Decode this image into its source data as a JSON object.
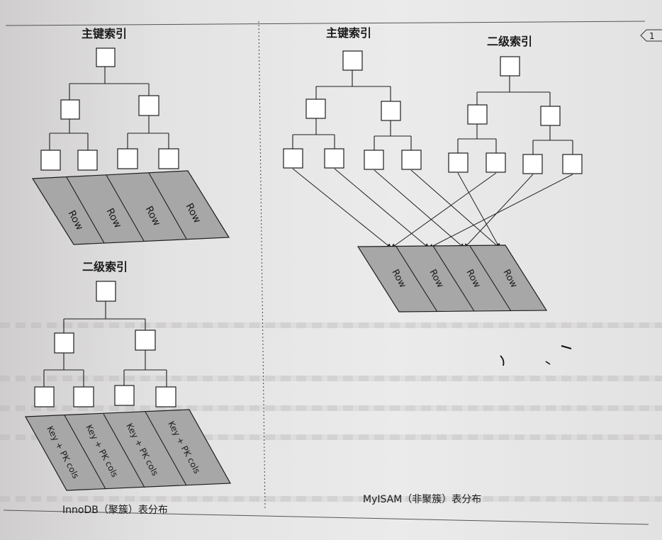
{
  "left": {
    "primary_title": "主键索引",
    "primary_rows": [
      "Row",
      "Row",
      "Row",
      "Row"
    ],
    "secondary_title": "二级索引",
    "secondary_rows": [
      "Key + PK cols",
      "Key + PK cols",
      "Key + PK cols",
      "Key + PK cols"
    ],
    "caption": "InnoDB（聚簇）表分布"
  },
  "right": {
    "primary_title": "主键索引",
    "secondary_title": "二级索引",
    "rows": [
      "Row",
      "Row",
      "Row",
      "Row"
    ],
    "caption": "MyISAM（非聚簇）表分布"
  },
  "page_tab": "1",
  "colors": {
    "band": "#a7a7a7",
    "node": "#ffffff",
    "ink": "#1e1e1e"
  }
}
